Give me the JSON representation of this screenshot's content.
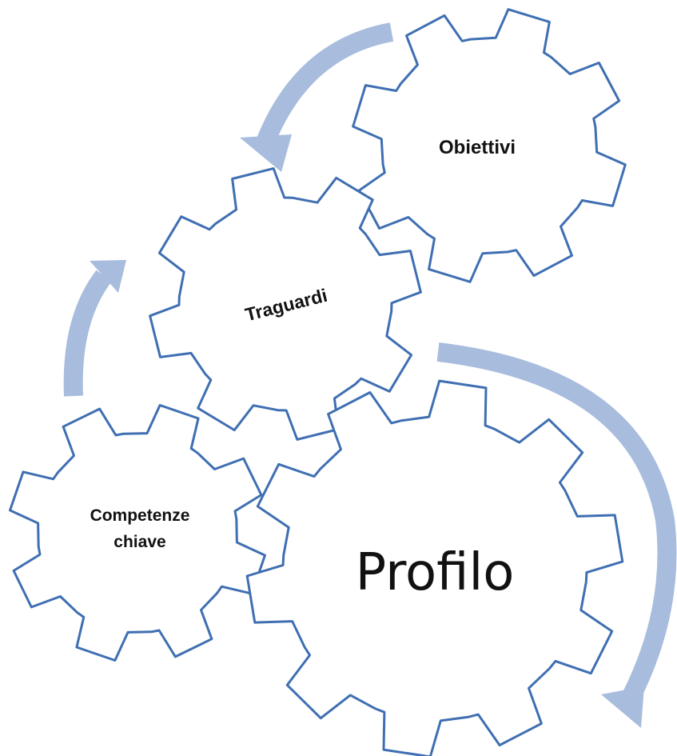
{
  "colors": {
    "gear_outline": "#3f6fb2",
    "gear_fill": "#ffffff",
    "arrow_fill": "#a8bcdd",
    "text": "#111111"
  },
  "gears": {
    "obiettivi": {
      "label": "Obiettivi"
    },
    "traguardi": {
      "label": "Traguardi"
    },
    "competenze": {
      "label_line1": "Competenze",
      "label_line2": "chiave"
    },
    "profilo": {
      "label": "Profilo"
    }
  }
}
